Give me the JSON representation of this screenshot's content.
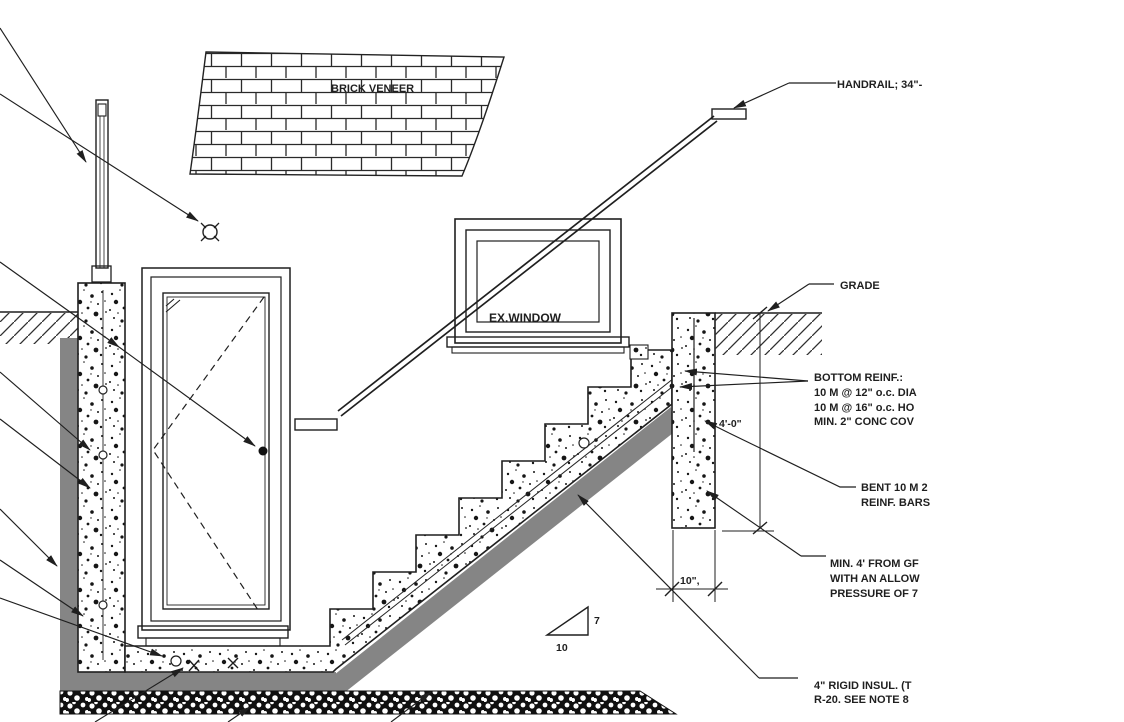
{
  "drawing_type": "architectural-section-detail-exterior-basement-stair",
  "labels": {
    "brick_veneer": "BRICK VENEER",
    "ex_window": "EX.WINDOW",
    "handrail": "HANDRAIL; 34\"-",
    "grade": "GRADE",
    "bottom_reinf_title": "BOTTOM REINF.:",
    "bottom_reinf_line2": "10 M @ 12\" o.c. DIA",
    "bottom_reinf_line3": "10 M @ 16\" o.c. HO",
    "bottom_reinf_line4": "MIN. 2\" CONC COV",
    "bent_line1": "BENT 10 M 2",
    "bent_line2": "REINF. BARS",
    "bearing_line1": "MIN. 4' FROM GF",
    "bearing_line2": "WITH AN ALLOW",
    "bearing_line3": "PRESSURE OF 7",
    "insul_line1": "4\" RIGID INSUL. (T",
    "insul_line2": "R-20. SEE NOTE 8",
    "dim_frost_depth": "4'-0\"",
    "dim_pier_width": "10\",",
    "slope_rise": "7",
    "slope_run": "10"
  },
  "colors": {
    "background": "#ffffff",
    "line": "#1f1f1f",
    "insulation_gray": "#858585",
    "gravel_dark": "#101010"
  }
}
